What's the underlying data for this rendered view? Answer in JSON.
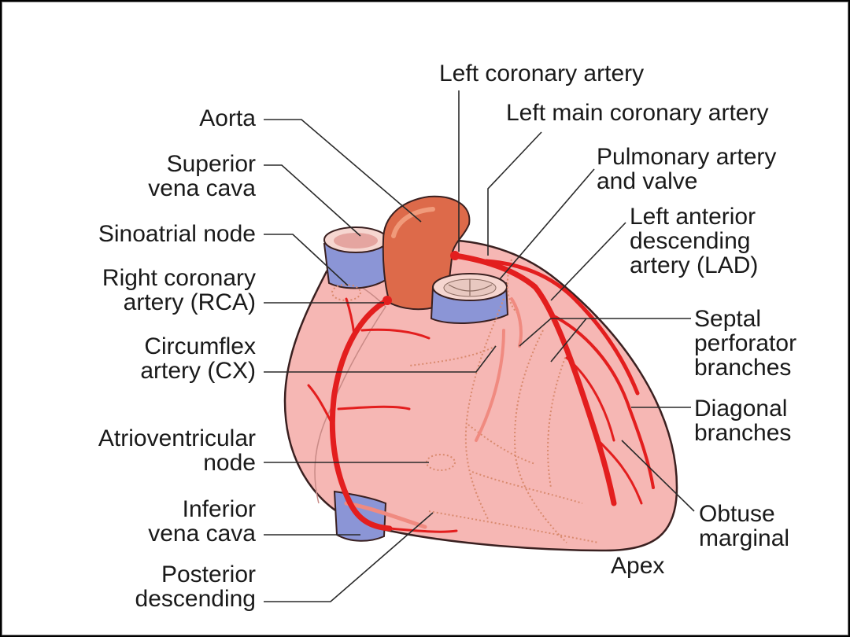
{
  "labels": {
    "left_coronary": "Left coronary artery",
    "left_main": "Left main coronary artery",
    "pulmonary_1": "Pulmonary artery",
    "pulmonary_2": "and valve",
    "lad_1": "Left anterior",
    "lad_2": "descending",
    "lad_3": "artery (LAD)",
    "septal_1": "Septal",
    "septal_2": "perforator",
    "septal_3": "branches",
    "diagonal_1": "Diagonal",
    "diagonal_2": "branches",
    "obtuse_1": "Obtuse",
    "obtuse_2": "marginal",
    "apex": "Apex",
    "aorta": "Aorta",
    "svc_1": "Superior",
    "svc_2": "vena cava",
    "sa_node": "Sinoatrial node",
    "rca_1": "Right coronary",
    "rca_2": "artery (RCA)",
    "cx_1": "Circumflex",
    "cx_2": "artery (CX)",
    "av_1": "Atrioventricular",
    "av_2": "node",
    "ivc_1": "Inferior",
    "ivc_2": "vena cava",
    "pd_1": "Posterior",
    "pd_2": "descending"
  },
  "colors": {
    "heart_fill": "#f6b7b4",
    "heart_stroke": "#3a2020",
    "aorta": "#dd6a4a",
    "vena_cava": "#8b95d6",
    "artery": "#e31e1e",
    "artery_light": "#f08a80"
  }
}
